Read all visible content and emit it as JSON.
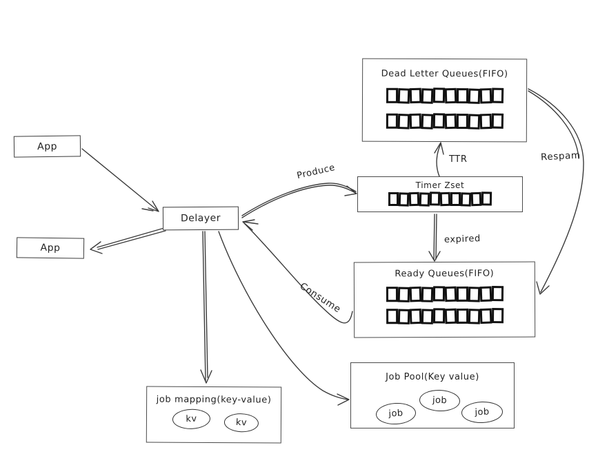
{
  "canvas": {
    "background": "#ffffff",
    "ink": "#3a3a3a",
    "cell_ink": "#111111"
  },
  "nodes": {
    "app_top": {
      "label": "App"
    },
    "app_bottom": {
      "label": "App"
    },
    "delayer": {
      "label": "Delayer"
    },
    "dead_letter": {
      "title": "Dead Letter Queues(FIFO)",
      "rows": 2,
      "cells_per_row": 10
    },
    "timer_zset": {
      "title": "Timer Zset",
      "rows": 1,
      "cells_per_row": 10
    },
    "ready_queues": {
      "title": "Ready Queues(FIFO)",
      "rows": 2,
      "cells_per_row": 10
    },
    "job_pool": {
      "title": "Job Pool(Key value)",
      "items": [
        "job",
        "job",
        "job"
      ]
    },
    "job_mapping": {
      "title": "job mapping(key-value)",
      "items": [
        "kv",
        "kv"
      ]
    }
  },
  "edges": {
    "app_to_delayer": {
      "label": ""
    },
    "delayer_to_app": {
      "label": ""
    },
    "produce": {
      "label": "Produce",
      "from": "Delayer",
      "to": "Timer Zset"
    },
    "ttr": {
      "label": "TTR",
      "from": "Timer Zset",
      "to": "Dead Letter Queues"
    },
    "respam": {
      "label": "Respam",
      "from": "Dead Letter Queues",
      "to": "Ready Queues"
    },
    "expired": {
      "label": "expired",
      "from": "Timer Zset",
      "to": "Ready Queues"
    },
    "consume": {
      "label": "Consume",
      "from": "Ready Queues",
      "to": "Delayer"
    },
    "delayer_to_job_mapping": {
      "label": ""
    },
    "delayer_to_job_pool": {
      "label": ""
    }
  }
}
